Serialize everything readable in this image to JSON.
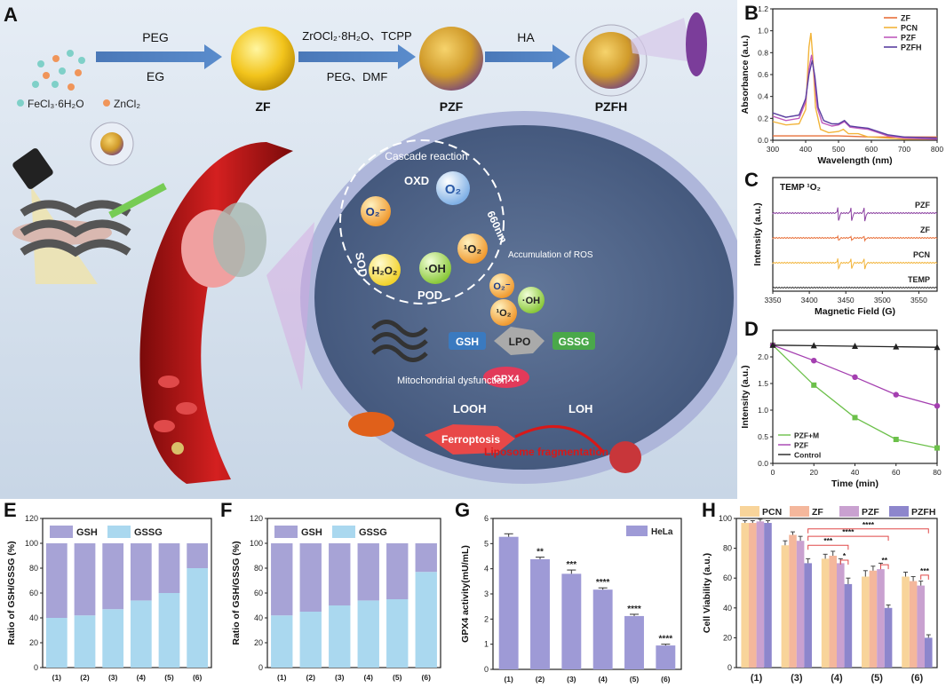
{
  "panel_labels": {
    "A": "A",
    "B": "B",
    "C": "C",
    "D": "D",
    "E": "E",
    "F": "F",
    "G": "G",
    "H": "H"
  },
  "panel_a": {
    "steps": {
      "s1_top": "PEG",
      "s1_bottom": "EG",
      "s2_top": "ZrOCl₂·8H₂O、TCPP",
      "s2_bottom": "PEG、DMF",
      "s3_top": "HA"
    },
    "materials": {
      "zf": "ZF",
      "pzf": "PZF",
      "pzfh": "PZFH"
    },
    "legend": {
      "fecl": "FeCl₃·6H₂O",
      "zncl": "ZnCl₂"
    },
    "cell": {
      "cascade": "Cascade reaction",
      "oxd": "OXD",
      "o2": "O₂",
      "o2minus": "O₂⁻",
      "nm660": "660nm",
      "sod": "SOD",
      "h2o2": "H₂O₂",
      "pod": "POD",
      "oh": "·OH",
      "singlet": "¹O₂",
      "acc_ros": "Accumulation of ROS",
      "o2m_small": "O₂⁻",
      "oh_small": "·OH",
      "singlet_small": "¹O₂",
      "gsh": "GSH",
      "lpo": "LPO",
      "gssg": "GSSG",
      "gpx4": "GPX4",
      "mito": "Mitochondrial dysfunction",
      "looh": "LOOH",
      "loh": "LOH",
      "ferroptosis": "Ferroptosis",
      "liposome": "Liposome fragmentation"
    }
  },
  "chart_data": [
    {
      "panel": "B",
      "type": "line",
      "xlabel": "Wavelength (nm)",
      "ylabel": "Absorbance (a.u.)",
      "xlim": [
        300,
        800
      ],
      "ylim": [
        0,
        1.2
      ],
      "xticks": [
        300,
        400,
        500,
        600,
        700,
        800
      ],
      "yticks": [
        0.0,
        0.2,
        0.4,
        0.6,
        0.8,
        1.0,
        1.2
      ],
      "legend": "top-right",
      "series": [
        {
          "name": "ZF",
          "color": "#e8703a",
          "x": [
            300,
            350,
            400,
            450,
            500,
            600,
            700,
            800
          ],
          "y": [
            0.04,
            0.04,
            0.04,
            0.04,
            0.04,
            0.03,
            0.03,
            0.03
          ]
        },
        {
          "name": "PCN",
          "color": "#f2b43a",
          "x": [
            300,
            340,
            380,
            400,
            410,
            416,
            422,
            430,
            445,
            470,
            500,
            515,
            530,
            560,
            590,
            650,
            700,
            800
          ],
          "y": [
            0.17,
            0.14,
            0.15,
            0.28,
            0.85,
            0.98,
            0.75,
            0.3,
            0.1,
            0.07,
            0.08,
            0.1,
            0.06,
            0.06,
            0.03,
            0.02,
            0.01,
            0.01
          ]
        },
        {
          "name": "PZF",
          "color": "#c05bbd",
          "x": [
            300,
            340,
            380,
            400,
            410,
            418,
            425,
            435,
            450,
            480,
            500,
            518,
            535,
            560,
            590,
            610,
            650,
            700,
            800
          ],
          "y": [
            0.22,
            0.18,
            0.2,
            0.35,
            0.65,
            0.78,
            0.62,
            0.3,
            0.16,
            0.13,
            0.14,
            0.17,
            0.12,
            0.11,
            0.1,
            0.08,
            0.04,
            0.02,
            0.01
          ]
        },
        {
          "name": "PZFH",
          "color": "#5a3fa0",
          "x": [
            300,
            340,
            380,
            400,
            410,
            420,
            428,
            438,
            455,
            480,
            500,
            518,
            535,
            560,
            590,
            610,
            650,
            700,
            800
          ],
          "y": [
            0.25,
            0.21,
            0.23,
            0.38,
            0.6,
            0.73,
            0.58,
            0.3,
            0.18,
            0.15,
            0.15,
            0.18,
            0.13,
            0.12,
            0.11,
            0.09,
            0.05,
            0.03,
            0.02
          ]
        }
      ]
    },
    {
      "panel": "C",
      "type": "line",
      "title": "TEMP ¹O₂",
      "xlabel": "Magnetic Field (G)",
      "ylabel": "Intensity (a.u.)",
      "xlim": [
        3350,
        3575
      ],
      "xticks": [
        3350,
        3400,
        3450,
        3500,
        3550
      ],
      "series": [
        {
          "name": "PZF",
          "color": "#8a3fa0"
        },
        {
          "name": "ZF",
          "color": "#e8703a"
        },
        {
          "name": "PCN",
          "color": "#f2b43a"
        },
        {
          "name": "TEMP",
          "color": "#333333"
        }
      ]
    },
    {
      "panel": "D",
      "type": "line",
      "xlabel": "Time (min)",
      "ylabel": "Intensity (a.u.)",
      "xlim": [
        0,
        80
      ],
      "ylim": [
        0,
        2.5
      ],
      "xticks": [
        0,
        20,
        40,
        60,
        80
      ],
      "yticks": [
        0.0,
        0.5,
        1.0,
        1.5,
        2.0
      ],
      "legend": "bottom-left",
      "x": [
        0,
        20,
        40,
        60,
        80
      ],
      "series": [
        {
          "name": "PZF+M",
          "color": "#6cc04a",
          "marker": "square",
          "values": [
            2.22,
            1.47,
            0.86,
            0.45,
            0.29
          ]
        },
        {
          "name": "PZF",
          "color": "#a43fb0",
          "marker": "circle",
          "values": [
            2.22,
            1.93,
            1.62,
            1.29,
            1.08
          ]
        },
        {
          "name": "Control",
          "color": "#222222",
          "marker": "triangle",
          "values": [
            2.22,
            2.21,
            2.2,
            2.19,
            2.18
          ]
        }
      ]
    },
    {
      "panel": "E",
      "type": "bar",
      "stacked": true,
      "ylabel": "Ratio of GSH/GSSG (%)",
      "ylim": [
        0,
        120
      ],
      "yticks": [
        0,
        20,
        40,
        60,
        80,
        100,
        120
      ],
      "categories": [
        "(1)",
        "(2)",
        "(3)",
        "(4)",
        "(5)",
        "(6)"
      ],
      "series": [
        {
          "name": "GSSG",
          "color": "#aad8ef",
          "values": [
            40,
            42,
            47,
            54,
            60,
            80
          ]
        },
        {
          "name": "GSH",
          "color": "#a7a3d6",
          "values": [
            60,
            58,
            53,
            46,
            40,
            20
          ]
        }
      ]
    },
    {
      "panel": "F",
      "type": "bar",
      "stacked": true,
      "ylabel": "Ratio of GSH/GSSG (%)",
      "ylim": [
        0,
        120
      ],
      "yticks": [
        0,
        20,
        40,
        60,
        80,
        100,
        120
      ],
      "categories": [
        "(1)",
        "(2)",
        "(3)",
        "(4)",
        "(5)",
        "(6)"
      ],
      "series": [
        {
          "name": "GSSG",
          "color": "#aad8ef",
          "values": [
            42,
            45,
            50,
            54,
            55,
            77
          ]
        },
        {
          "name": "GSH",
          "color": "#a7a3d6",
          "values": [
            58,
            55,
            50,
            46,
            45,
            23
          ]
        }
      ]
    },
    {
      "panel": "G",
      "type": "bar",
      "ylabel": "GPX4 activity(mU/mL)",
      "ylim": [
        0,
        6
      ],
      "yticks": [
        0,
        1,
        2,
        3,
        4,
        5,
        6
      ],
      "categories": [
        "(1)",
        "(2)",
        "(3)",
        "(4)",
        "(5)",
        "(6)"
      ],
      "series": [
        {
          "name": "HeLa",
          "color": "#9e9ad6",
          "values": [
            5.27,
            4.38,
            3.8,
            3.17,
            2.12,
            0.95
          ],
          "errors": [
            0.12,
            0.08,
            0.15,
            0.07,
            0.07,
            0.05
          ]
        }
      ],
      "significance": [
        "",
        "**",
        "***",
        "****",
        "****",
        "****"
      ]
    },
    {
      "panel": "H",
      "type": "bar",
      "ylabel": "Cell Viability (a.u.)",
      "ylim": [
        0,
        100
      ],
      "yticks": [
        0,
        20,
        40,
        60,
        80,
        100
      ],
      "categories": [
        "(1)",
        "(3)",
        "(4)",
        "(5)",
        "(6)"
      ],
      "series": [
        {
          "name": "PCN",
          "color": "#f8d49a",
          "values": [
            97,
            82,
            73,
            61,
            61
          ],
          "errors": [
            1.5,
            3,
            3,
            4,
            3
          ]
        },
        {
          "name": "ZF",
          "color": "#f4b79c",
          "values": [
            97,
            89,
            75,
            65,
            58
          ],
          "errors": [
            1.5,
            2,
            3,
            3,
            3
          ]
        },
        {
          "name": "PZF",
          "color": "#c9a1d0",
          "values": [
            98,
            85,
            70,
            66,
            55
          ],
          "errors": [
            1.5,
            3,
            3,
            4,
            3
          ]
        },
        {
          "name": "PZFH",
          "color": "#8d86cc",
          "values": [
            97,
            70,
            56,
            40,
            20
          ],
          "errors": [
            1.5,
            3,
            4,
            2,
            2
          ]
        }
      ],
      "significance": [
        "*",
        "**",
        "***",
        "***",
        "****",
        "****"
      ]
    }
  ]
}
